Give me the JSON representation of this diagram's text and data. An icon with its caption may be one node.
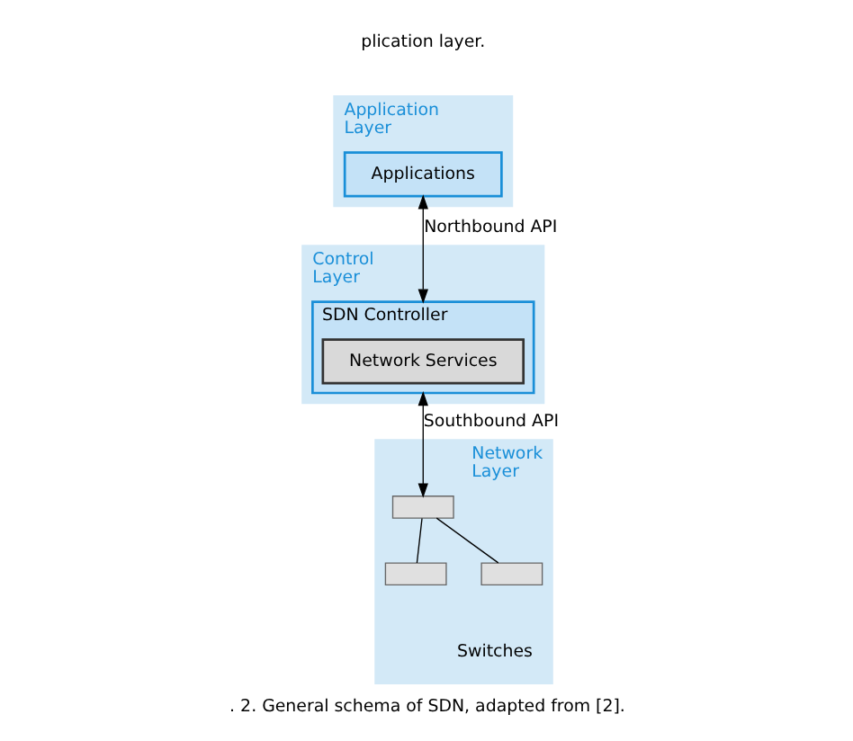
{
  "diagram": {
    "caption": ". 2. General schema of SDN, adapted from [2].",
    "nodes": [
      {
        "text": [
          "Application Layer"
        ]
      },
      {
        "text": [
          "Applications"
        ],
        "in": 0
      },
      {
        "text": [
          "Control Layer"
        ]
      },
      {
        "text": [
          "SDN Controller"
        ],
        "in": 2
      },
      {
        "text": [
          "Network Services"
        ],
        "in": 3
      },
      {
        "text": [
          "Network Layer"
        ]
      },
      {
        "text": [],
        "shape": "box",
        "in": 5
      },
      {
        "text": [],
        "shape": "box",
        "in": 5
      },
      {
        "text": [],
        "shape": "box",
        "in": 5
      }
    ],
    "edges": [
      {
        "from": 1,
        "to": 3,
        "arrow": "both",
        "label": "Northbound API"
      },
      {
        "from": 3,
        "to": 6,
        "arrow": "both",
        "label": "Southbound API"
      },
      {
        "from": 6,
        "to": 7,
        "arrow": "none"
      },
      {
        "from": 6,
        "to": 8,
        "arrow": "none"
      }
    ],
    "labels": [
      "plication layer.",
      "Switches"
    ]
  }
}
